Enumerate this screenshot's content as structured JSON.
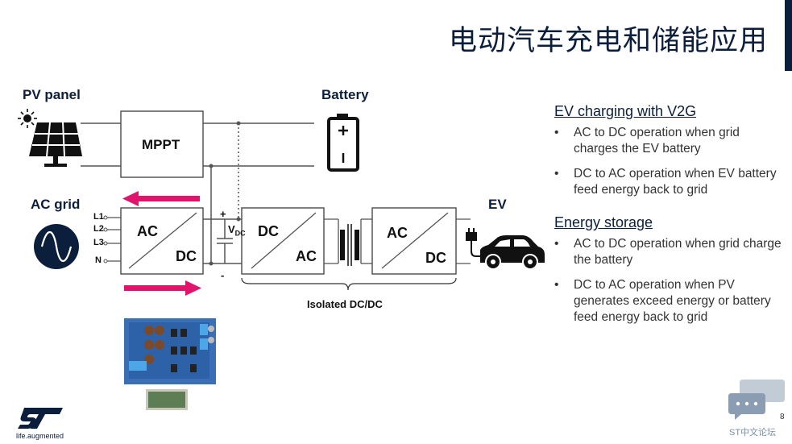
{
  "title": "电动汽车充电和储能应用",
  "labels": {
    "pv_panel": "PV panel",
    "battery": "Battery",
    "ac_grid": "AC grid",
    "ev": "EV",
    "mppt": "MPPT",
    "ac1": "AC",
    "dc1": "DC",
    "dc2": "DC",
    "ac2": "AC",
    "ac3": "AC",
    "dc3": "DC",
    "l1": "L1",
    "l2": "L2",
    "l3": "L3",
    "n": "N",
    "plus": "+",
    "minus": "-",
    "vdc": "V",
    "vdc_sub": "DC",
    "isolated": "Isolated DC/DC"
  },
  "sections": [
    {
      "title": "EV charging with V2G",
      "bullets": [
        "AC to DC operation when grid charges the EV battery",
        "DC to AC operation when EV battery feed energy back to grid"
      ]
    },
    {
      "title": "Energy storage",
      "bullets": [
        "AC to DC operation when grid charge the battery",
        "DC to AC operation when PV generates exceed energy or battery feed energy back to grid"
      ]
    }
  ],
  "footer": {
    "tagline": "life.augmented",
    "page": "8",
    "forum": "ST中文论坛"
  },
  "colors": {
    "navy": "#0b1f3d",
    "arrow_magenta": "#e0136d"
  }
}
